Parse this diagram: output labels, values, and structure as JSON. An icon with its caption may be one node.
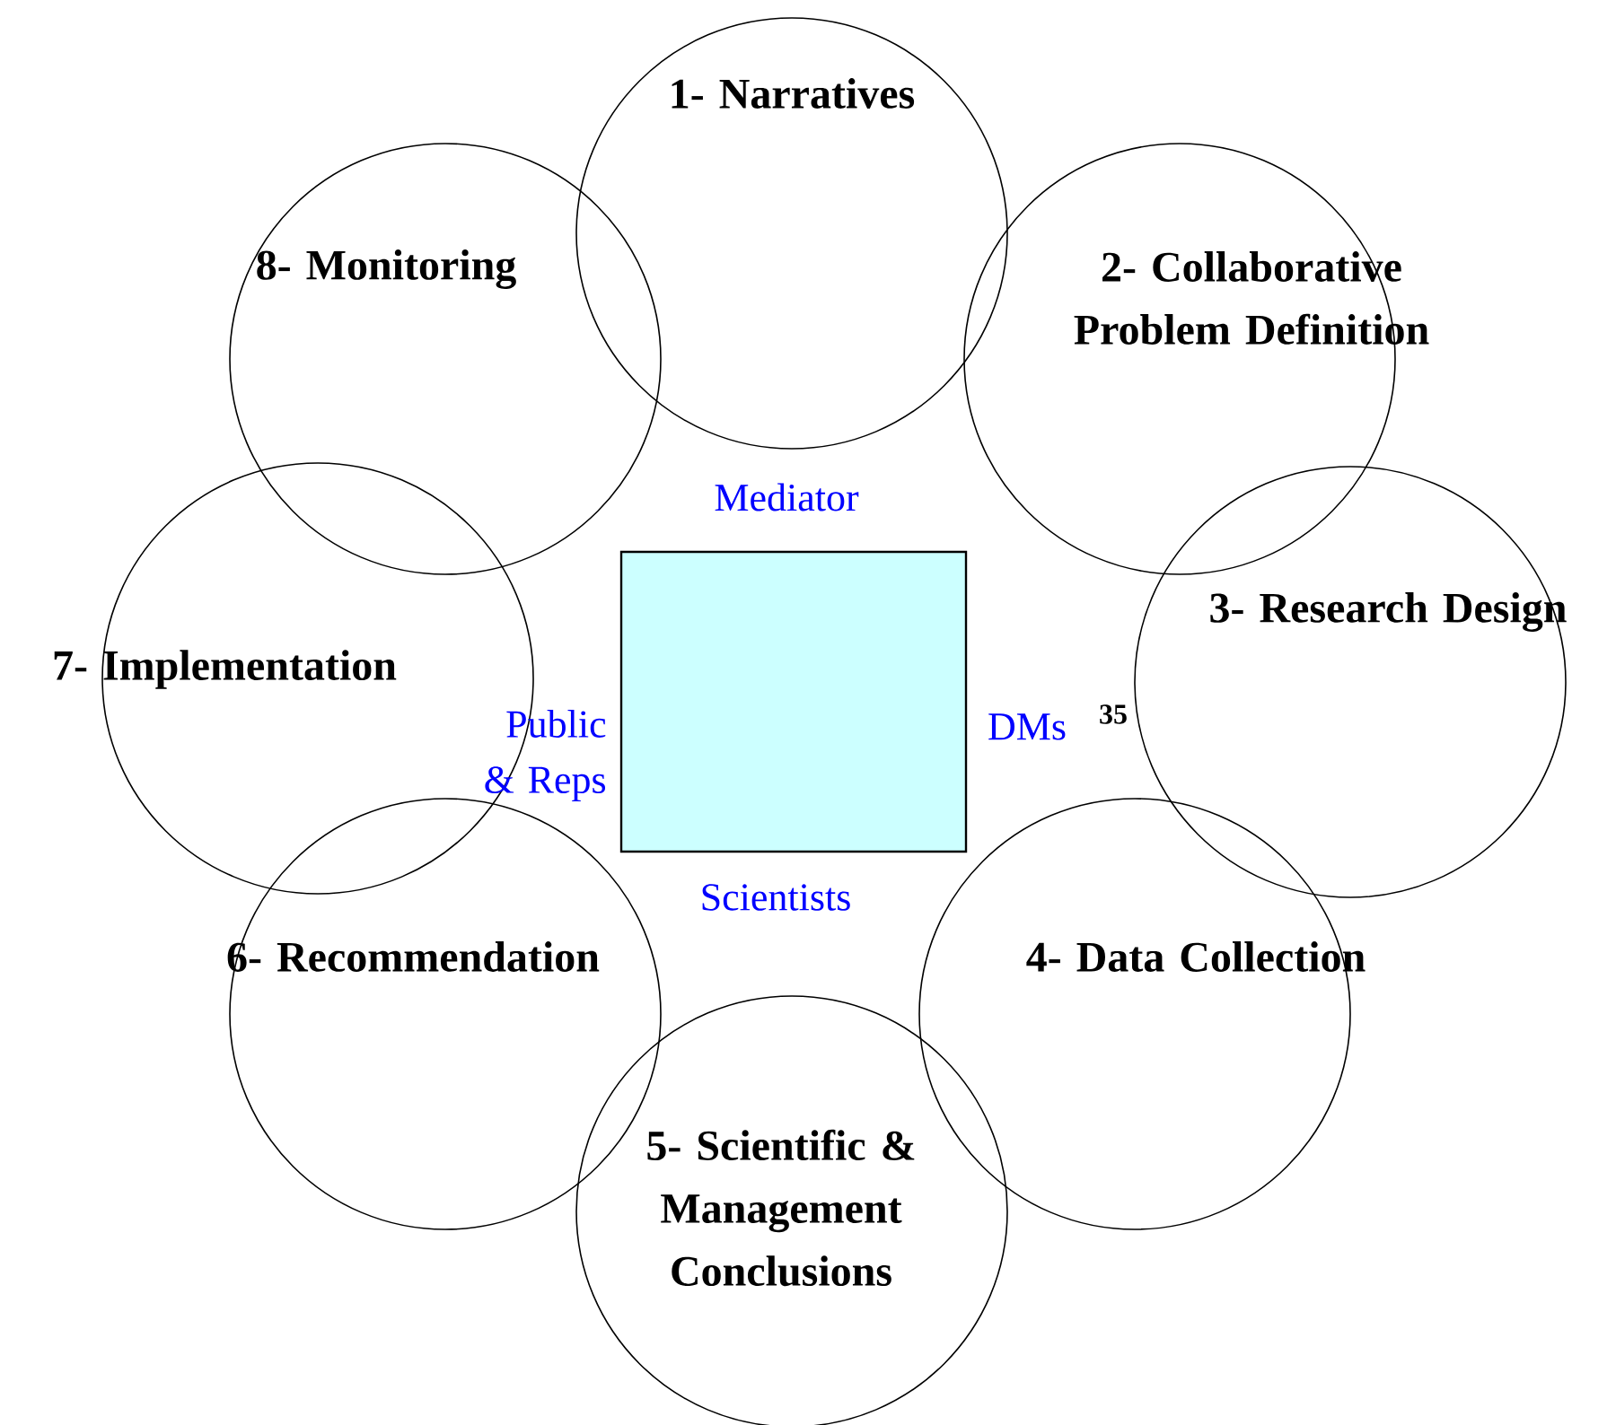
{
  "diagram": {
    "nodes": [
      {
        "text": [
          "1- Narratives"
        ]
      },
      {
        "text": [
          "2- Collaborative Problem Definition"
        ]
      },
      {
        "text": [
          "3- Research Design"
        ]
      },
      {
        "text": [
          "4- Data Collection"
        ]
      },
      {
        "text": [
          "5- Scientific & Management Conclusions"
        ]
      },
      {
        "text": [
          "6- Recommendation"
        ]
      },
      {
        "text": [
          "7- Implementation"
        ]
      },
      {
        "text": [
          "8- Monitoring"
        ]
      },
      {
        "text": [],
        "shape": "box",
        "beside": [
          "Mediator",
          "Public & Reps",
          "DMs",
          "Scientists"
        ]
      }
    ],
    "edges": [],
    "labels": [
      "35"
    ]
  }
}
